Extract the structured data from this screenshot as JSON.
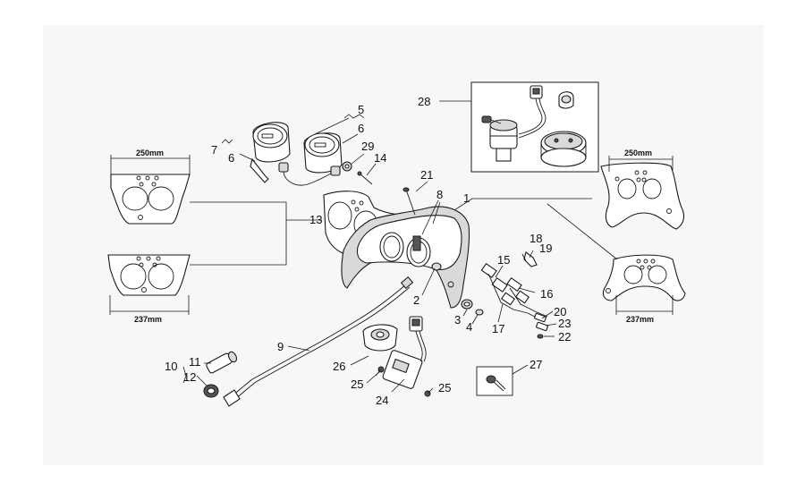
{
  "diagram": {
    "background_color": "#ffffff",
    "panel_color": "#f7f7f7",
    "dimensions": {
      "top_left": "250mm",
      "bottom_left": "237mm",
      "top_right": "250mm",
      "bottom_right": "237mm"
    },
    "callouts": {
      "c1": "1",
      "c2": "2",
      "c3": "3",
      "c4": "4",
      "c5": "5",
      "c6a": "6",
      "c6b": "6",
      "c7": "7",
      "c8": "8",
      "c9": "9",
      "c10": "10",
      "c11": "11",
      "c12": "12",
      "c13": "13",
      "c14": "14",
      "c15": "15",
      "c16": "16",
      "c17": "17",
      "c18": "18",
      "c19": "19",
      "c20": "20",
      "c21": "21",
      "c22": "22",
      "c23": "23",
      "c24": "24",
      "c25a": "25",
      "c25b": "25",
      "c26": "26",
      "c27": "27",
      "c28": "28",
      "c29": "29"
    }
  }
}
